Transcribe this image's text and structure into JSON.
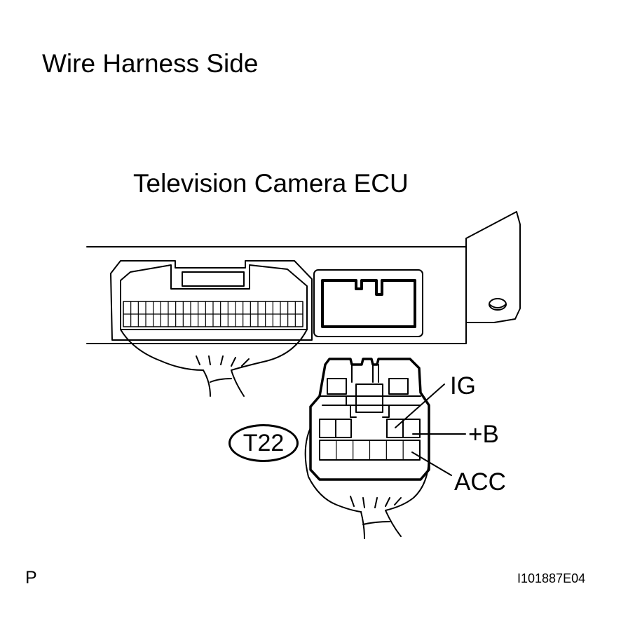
{
  "title": "Wire Harness Side",
  "component": "Television Camera ECU",
  "connector": {
    "id": "T22"
  },
  "pins": {
    "ig": "IG",
    "b": "+B",
    "acc": "ACC"
  },
  "footer": {
    "corner": "P",
    "figure_id": "I101887E04"
  }
}
